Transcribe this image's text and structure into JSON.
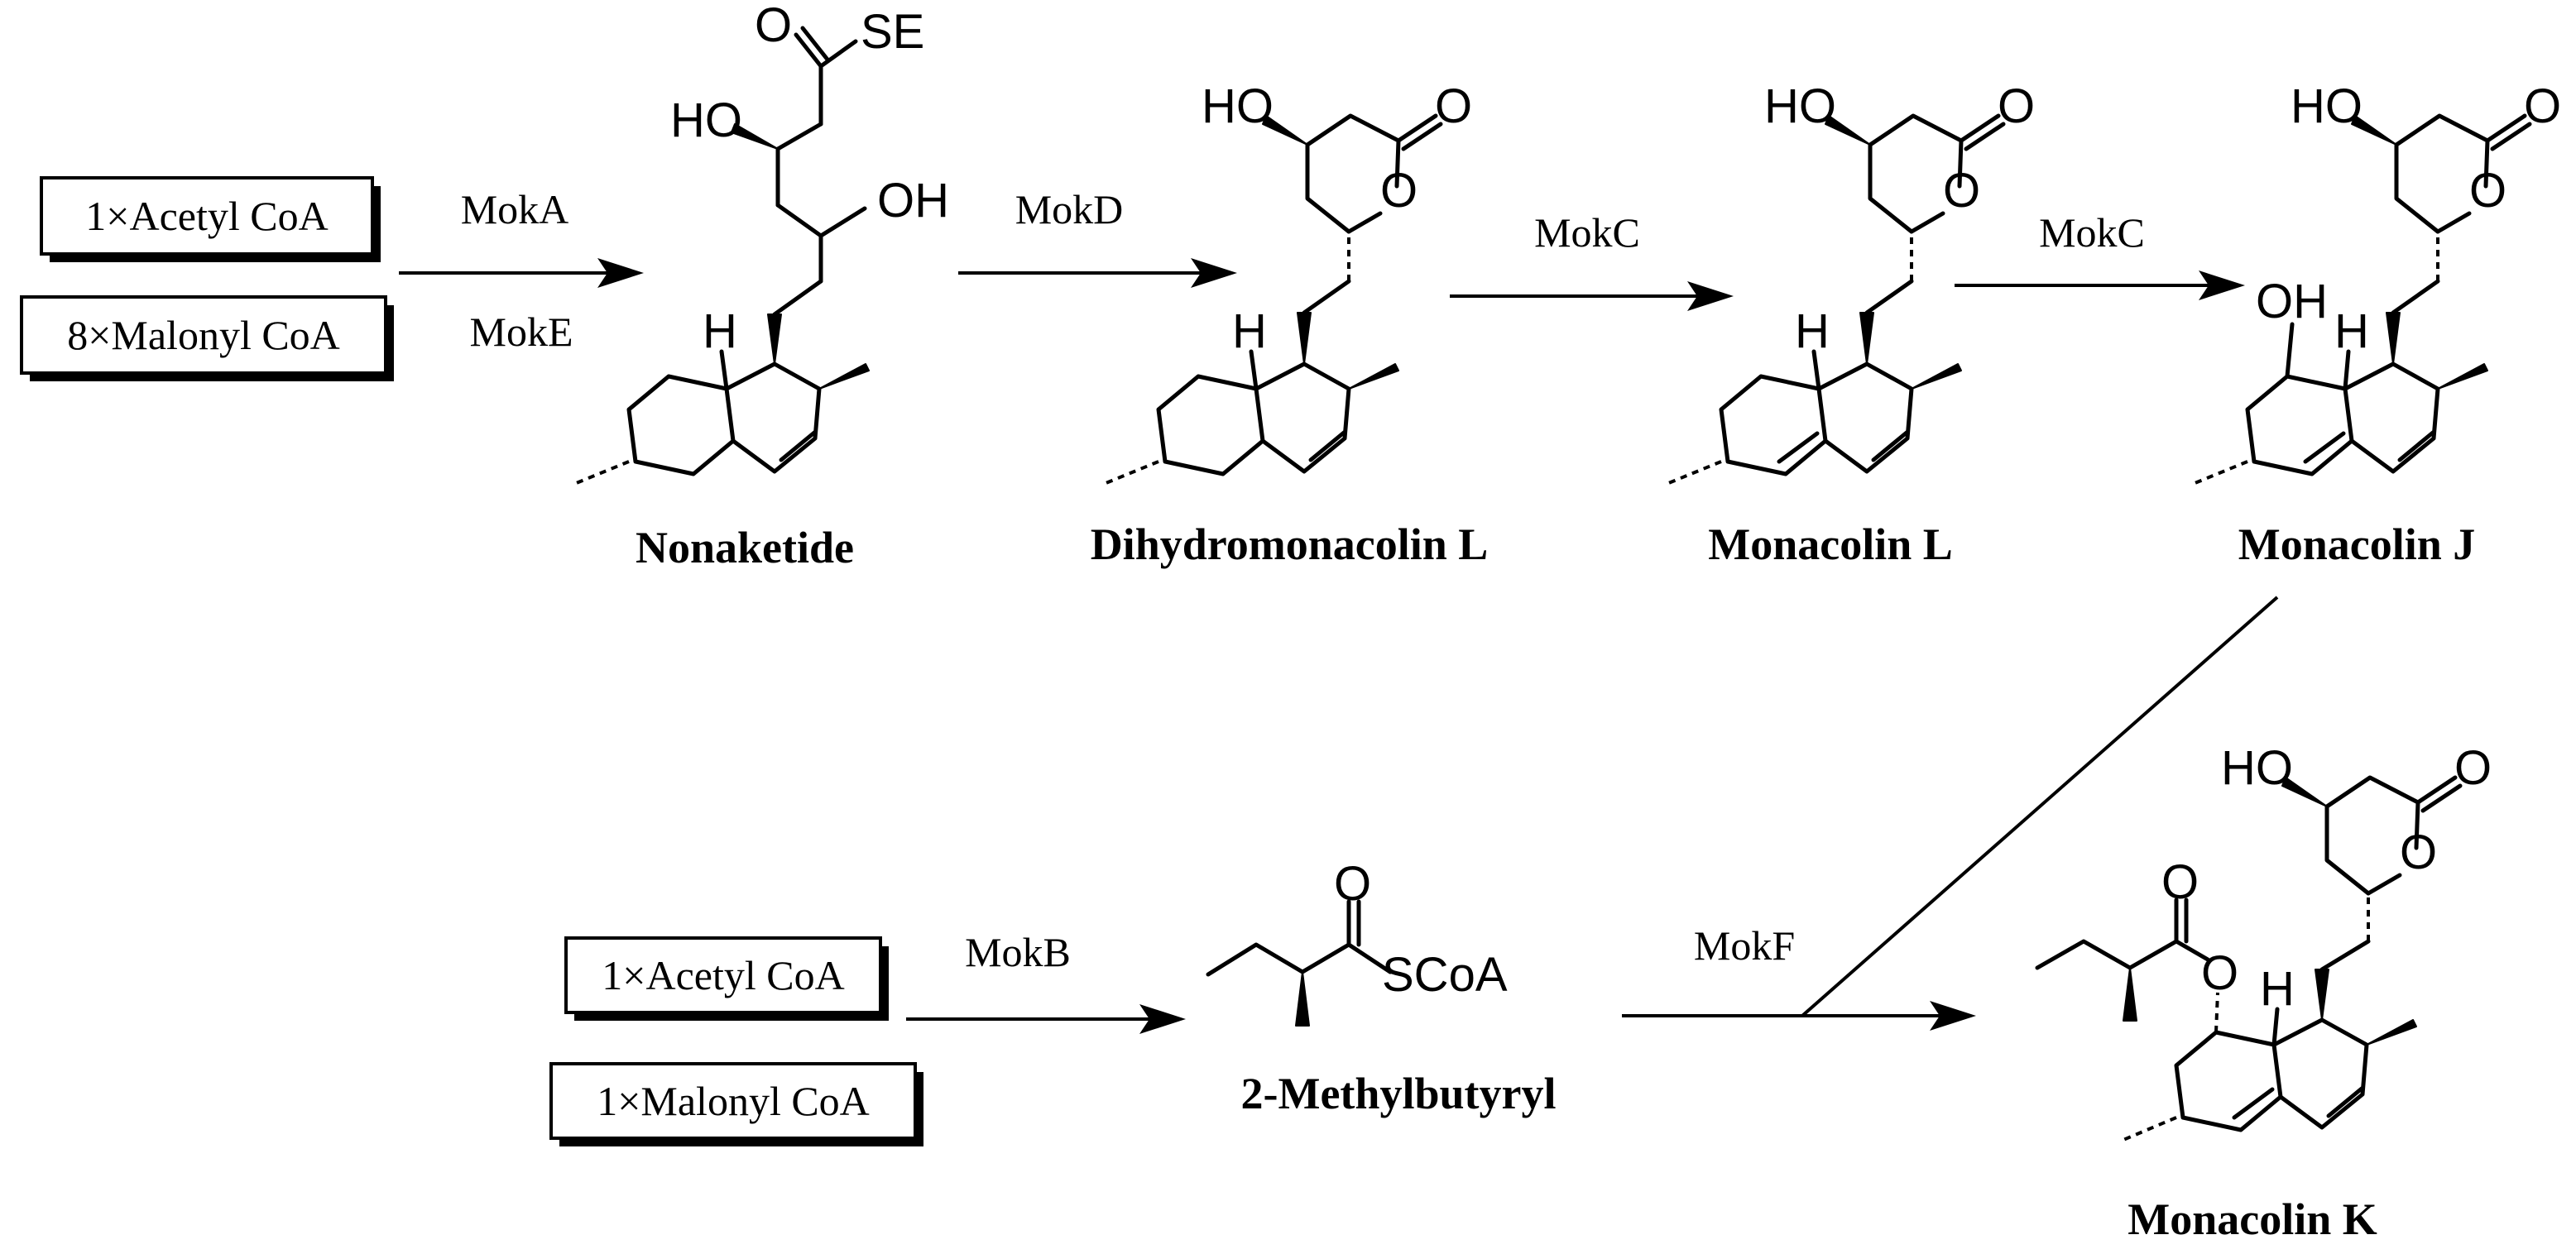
{
  "inputs": {
    "top": [
      "1×Acetyl CoA",
      "8×Malonyl CoA"
    ],
    "bottom": [
      "1×Acetyl CoA",
      "1×Malonyl CoA"
    ]
  },
  "enzymes": {
    "step1_top": "MokA",
    "step1_bottom": "MokE",
    "step2": "MokD",
    "step3": "MokC",
    "step4": "MokC",
    "side": "MokB",
    "final": "MokF"
  },
  "compounds": {
    "nonaketide": "Nonaketide",
    "dihydromonacolin_l": "Dihydromonacolin L",
    "monacolin_l": "Monacolin L",
    "monacolin_j": "Monacolin J",
    "methylbutyryl": "2-Methylbutyryl",
    "monacolin_k": "Monacolin K"
  },
  "atoms": {
    "ho": "HO",
    "oh": "OH",
    "o": "O",
    "h": "H",
    "se": "SE",
    "scoa": "SCoA"
  }
}
